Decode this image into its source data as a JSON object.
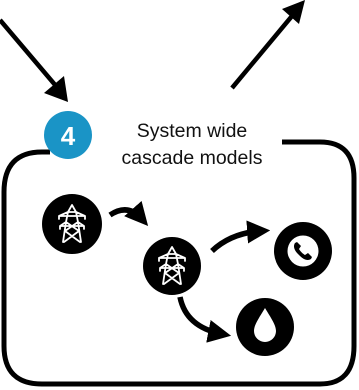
{
  "colors": {
    "badge": "#1a94c6",
    "ink": "#000000",
    "background": "#ffffff",
    "badge_text": "#ffffff"
  },
  "step": {
    "number": "4",
    "title_line1": "System wide",
    "title_line2": "cascade models"
  },
  "icons": {
    "source_node": "electricity-pylon-icon",
    "middle_node": "electricity-pylon-icon",
    "phone_node": "telephone-icon",
    "water_node": "water-drop-icon"
  }
}
